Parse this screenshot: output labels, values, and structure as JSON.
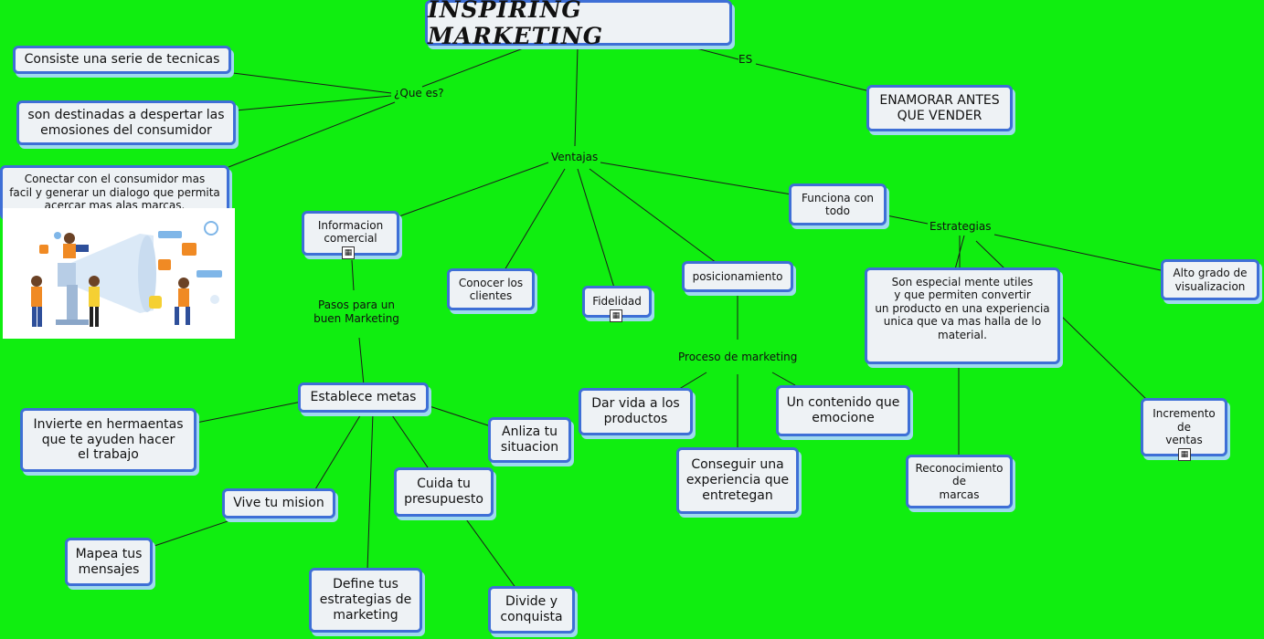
{
  "title": "INSPIRING MARKETING",
  "links_labels": {
    "que_es": "¿Que es?",
    "es": "ES",
    "ventajas": "Ventajas",
    "estrategias": "Estrategias",
    "pasos": "Pasos para un\nbuen Marketing",
    "proceso": "Proceso de marketing"
  },
  "nodes": {
    "consiste": "Consiste una serie de tecnicas",
    "destinadas": "son destinadas a despertar las\nemosiones del consumidor",
    "conectar": "Conectar con el consumidor mas\nfacil y generar un dialogo que permita\nacercar mas alas marcas.",
    "enamorar": "ENAMORAR ANTES\nQUE VENDER",
    "informacion": "Informacion\ncomercial",
    "conocer": "Conocer los\nclientes",
    "fidelidad": "Fidelidad",
    "posicionamiento": "posicionamiento",
    "funciona": "Funciona con\ntodo",
    "especial": "Son especial mente utiles\ny que permiten convertir\nun producto en una experiencia\nunica que va mas halla de lo\nmaterial.",
    "alto_grado": "Alto grado de\nvisualizacion",
    "incremento": "Incremento\nde\nventas",
    "reconocimiento": "Reconocimiento\nde\nmarcas",
    "dar_vida": "Dar vida a los\nproductos",
    "contenido": "Un contenido que\nemocione",
    "conseguir": "Conseguir una\nexperiencia que\nentretegan",
    "establece": "Establece metas",
    "invierte": "Invierte en hermaentas\nque te ayuden hacer\nel trabajo",
    "analiza": "Anliza tu\nsituacion",
    "vive": "Vive tu mision",
    "cuida": "Cuida tu\npresupuesto",
    "mapea": "Mapea tus\nmensajes",
    "define": "Define tus\nestrategias de\nmarketing",
    "divide": "Divide y\nconquista"
  },
  "colors": {
    "background": "#10ee10",
    "node_border": "#3e6fd6",
    "node_fill": "#eef2f5",
    "shadow": "#9fd9ee"
  }
}
